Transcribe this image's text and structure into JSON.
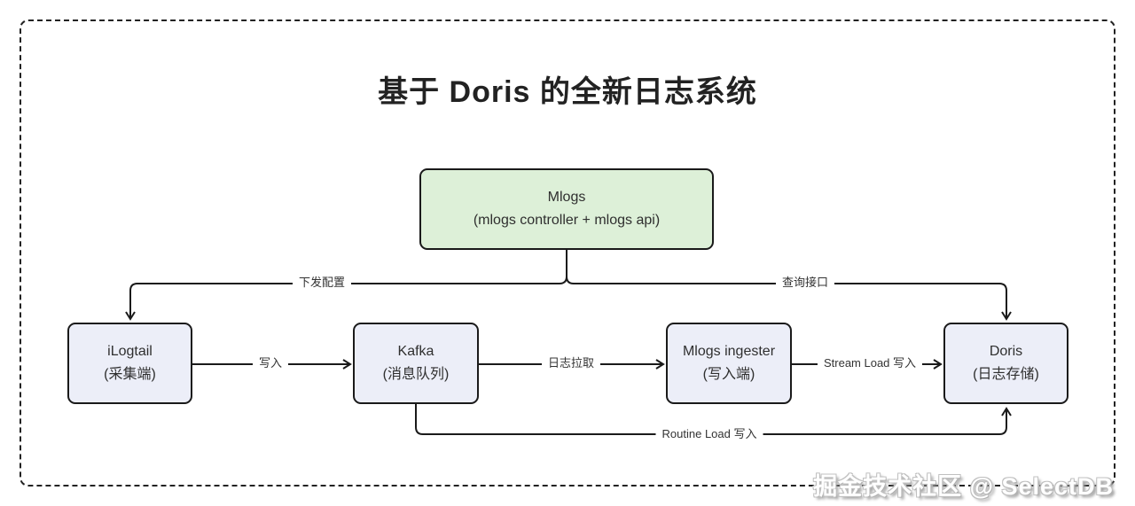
{
  "title": "基于 Doris 的全新日志系统",
  "nodes": {
    "mlogs": {
      "line1": "Mlogs",
      "line2": "(mlogs controller + mlogs api)"
    },
    "ilogtail": {
      "line1": "iLogtail",
      "line2": "(采集端)"
    },
    "kafka": {
      "line1": "Kafka",
      "line2": "(消息队列)"
    },
    "ingester": {
      "line1": "Mlogs ingester",
      "line2": "(写入端)"
    },
    "doris": {
      "line1": "Doris",
      "line2": "(日志存储)"
    }
  },
  "edges": {
    "config": "下发配置",
    "query": "查询接口",
    "write": "写入",
    "pull": "日志拉取",
    "stream_load": "Stream Load 写入",
    "routine_load": "Routine Load 写入"
  },
  "watermark": "掘金技术社区 @ SelectDB",
  "colors": {
    "mlogs_fill": "#ddf0d8",
    "node_fill": "#eceef8",
    "border": "#1a1a1a",
    "text": "#2f2f2f"
  }
}
